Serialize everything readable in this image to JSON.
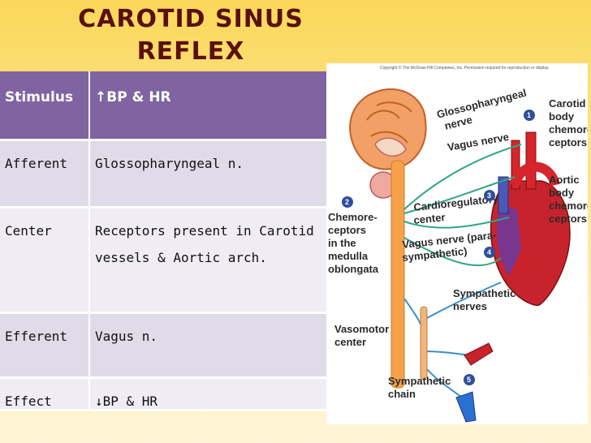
{
  "title": {
    "line1": "CAROTID SINUS",
    "line2": "REFLEX"
  },
  "table": {
    "header": {
      "label": "Stimulus",
      "value": "↑BP & HR"
    },
    "rows": [
      {
        "label": "Afferent",
        "value": "Glossopharyngeal n."
      },
      {
        "label": "Center",
        "value_line1": "Receptors present in Carotid",
        "value_line2": "vessels & Aortic arch."
      },
      {
        "label": "Efferent",
        "value": "Vagus n."
      },
      {
        "label": "Effect",
        "value": "↓BP & HR"
      }
    ]
  },
  "figure": {
    "copyright": "Copyright © The McGraw-Hill Companies, Inc. Permission required for reproduction or display.",
    "labels": {
      "glossopharyngeal_1": "Glossopharyngeal",
      "glossopharyngeal_2": "nerve",
      "vagus_nerve": "Vagus nerve",
      "carotid_1": "Carotid",
      "carotid_2": "body",
      "carotid_3": "chemore-",
      "carotid_4": "ceptors",
      "aortic_1": "Aortic",
      "aortic_2": "body",
      "aortic_3": "chemore-",
      "aortic_4": "ceptors",
      "chemo_1": "Chemore-",
      "chemo_2": "ceptors",
      "chemo_3": "in the",
      "chemo_4": "medulla",
      "chemo_5": "oblongata",
      "cardio_1": "Cardioregulatory",
      "cardio_2": "center",
      "vagus_para_1": "Vagus nerve (para-",
      "vagus_para_2": "sympathetic)",
      "sympathetic_nerves_1": "Sympathetic",
      "sympathetic_nerves_2": "nerves",
      "vasomotor_1": "Vasomotor",
      "vasomotor_2": "center",
      "sympathetic_chain_1": "Sympathetic",
      "sympathetic_chain_2": "chain"
    },
    "numbers": [
      "1",
      "2",
      "3",
      "4",
      "5"
    ]
  }
}
